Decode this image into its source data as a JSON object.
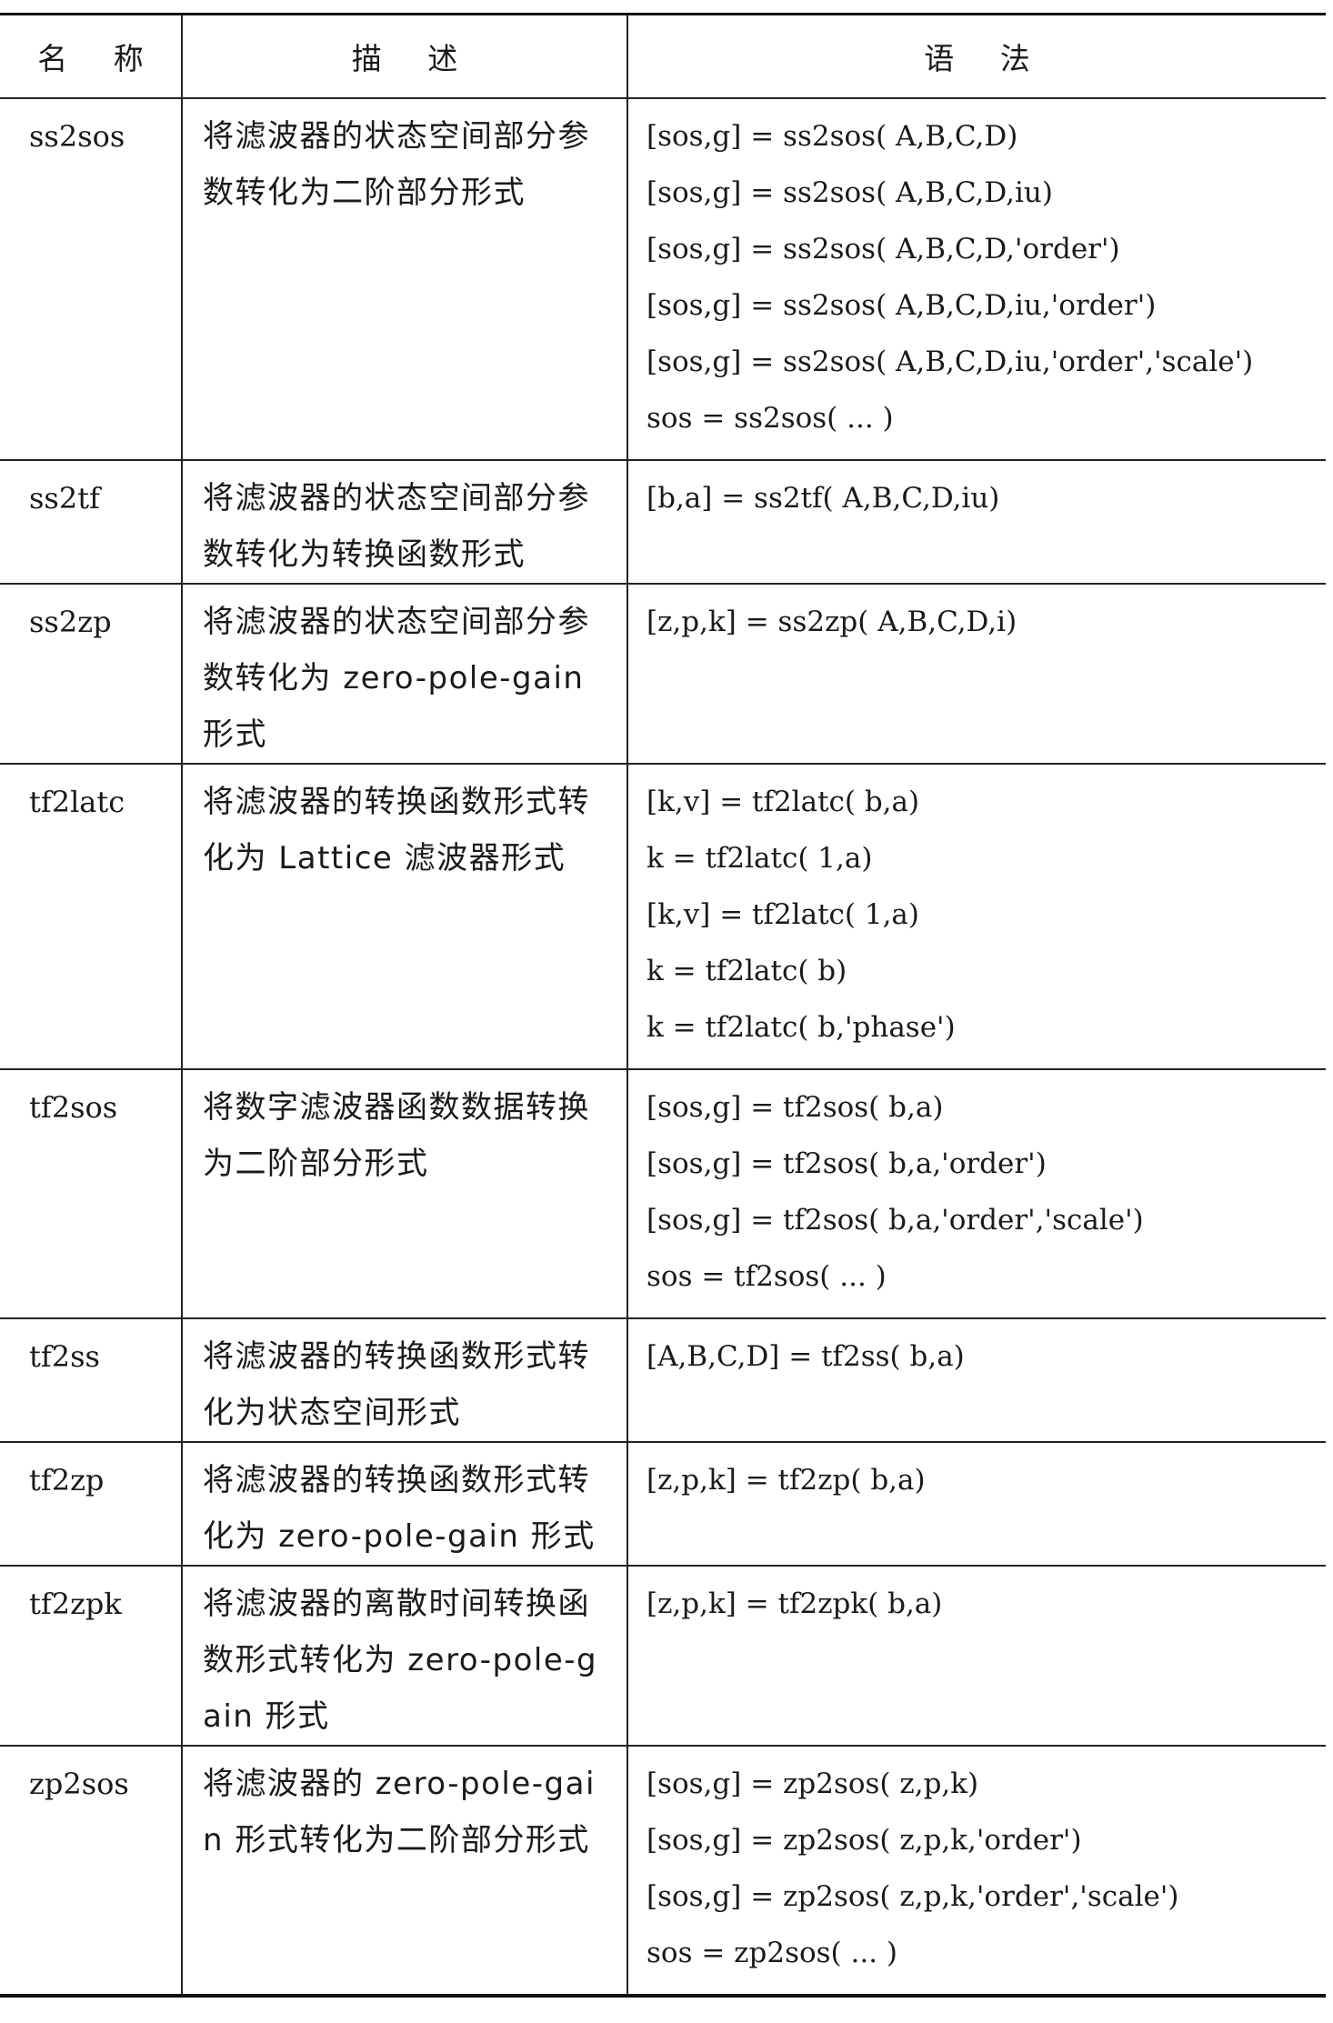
{
  "table": {
    "headers": {
      "name": "名 称",
      "desc": "描 述",
      "syntax": "语 法"
    },
    "rows": [
      {
        "name": "ss2sos",
        "desc": "将滤波器的状态空间部分参数转化为二阶部分形式",
        "syntax": [
          "[sos,g] = ss2sos( A,B,C,D)",
          "[sos,g] = ss2sos( A,B,C,D,iu)",
          "[sos,g] = ss2sos( A,B,C,D,'order')",
          "[sos,g] = ss2sos( A,B,C,D,iu,'order')",
          "[sos,g] = ss2sos( A,B,C,D,iu,'order','scale')",
          "sos = ss2sos( ... )"
        ]
      },
      {
        "name": "ss2tf",
        "desc": "将滤波器的状态空间部分参数转化为转换函数形式",
        "syntax": [
          "[b,a] = ss2tf( A,B,C,D,iu)"
        ]
      },
      {
        "name": "ss2zp",
        "desc": "将滤波器的状态空间部分参数转化为 zero-pole-gain 形式",
        "syntax": [
          "[z,p,k] = ss2zp( A,B,C,D,i)"
        ]
      },
      {
        "name": "tf2latc",
        "desc": "将滤波器的转换函数形式转化为 Lattice 滤波器形式",
        "syntax": [
          "[k,v] = tf2latc( b,a)",
          "k = tf2latc( 1,a)",
          "[k,v] = tf2latc( 1,a)",
          "k = tf2latc( b)",
          "k = tf2latc( b,'phase')"
        ]
      },
      {
        "name": "tf2sos",
        "desc": "将数字滤波器函数数据转换为二阶部分形式",
        "syntax": [
          "[sos,g] = tf2sos( b,a)",
          "[sos,g] = tf2sos( b,a,'order')",
          "[sos,g] = tf2sos( b,a,'order','scale')",
          "sos = tf2sos( ... )"
        ]
      },
      {
        "name": "tf2ss",
        "desc": "将滤波器的转换函数形式转化为状态空间形式",
        "syntax": [
          "[A,B,C,D] = tf2ss( b,a)"
        ]
      },
      {
        "name": "tf2zp",
        "desc": "将滤波器的转换函数形式转化为 zero-pole-gain 形式",
        "syntax": [
          "[z,p,k] = tf2zp( b,a)"
        ]
      },
      {
        "name": "tf2zpk",
        "desc": "将滤波器的离散时间转换函数形式转化为 zero-pole-gain 形式",
        "syntax": [
          "[z,p,k] = tf2zpk( b,a)"
        ]
      },
      {
        "name": "zp2sos",
        "desc": "将滤波器的 zero-pole-gain 形式转化为二阶部分形式",
        "syntax": [
          "[sos,g] = zp2sos( z,p,k)",
          "[sos,g] = zp2sos( z,p,k,'order')",
          "[sos,g] = zp2sos( z,p,k,'order','scale')",
          "sos = zp2sos( ... )"
        ]
      }
    ]
  }
}
